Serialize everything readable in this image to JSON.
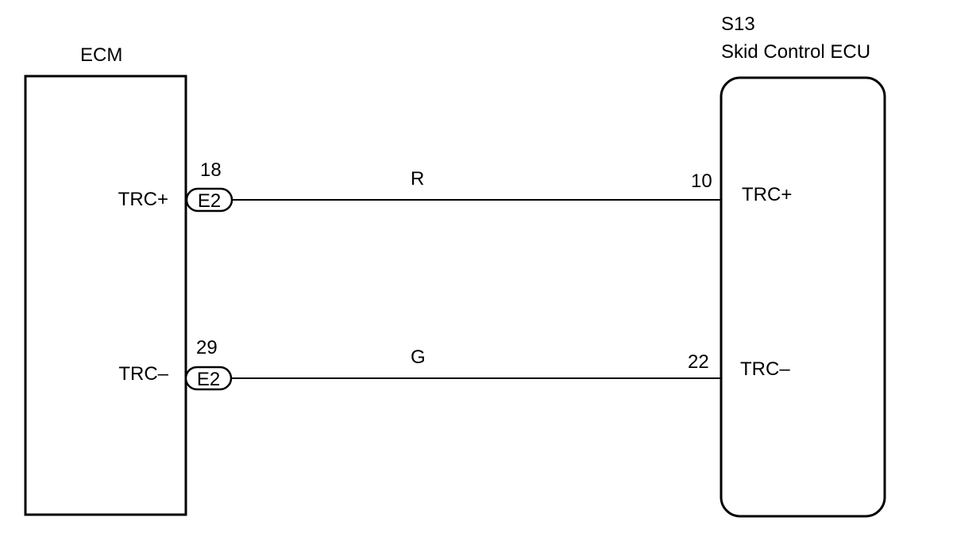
{
  "ecm": {
    "label": "ECM",
    "terminals": [
      {
        "name": "TRC+",
        "pin": "18",
        "connector": "E2"
      },
      {
        "name": "TRC–",
        "pin": "29",
        "connector": "E2"
      }
    ]
  },
  "skid_ecu": {
    "code": "S13",
    "label": "Skid Control ECU",
    "terminals": [
      {
        "name": "TRC+",
        "pin": "10"
      },
      {
        "name": "TRC–",
        "pin": "22"
      }
    ]
  },
  "wires": [
    {
      "color": "R"
    },
    {
      "color": "G"
    }
  ]
}
